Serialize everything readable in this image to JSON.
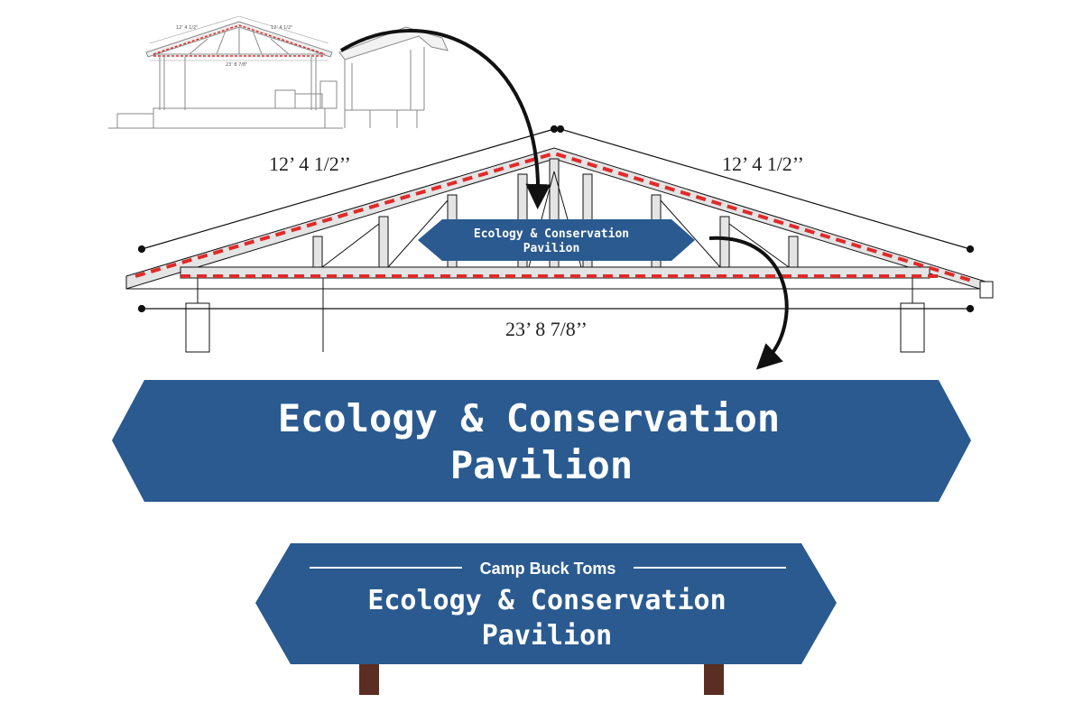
{
  "colors": {
    "sign_blue": "#2a5a8f",
    "sign_text": "#ffffff",
    "dashed_outline": "#e02a2a",
    "post_brown": "#5a2e22",
    "line_dark": "#111111",
    "drawing_gray": "#8a8a8a"
  },
  "thumbnail": {
    "dim_left": "12' 4 1/2\"",
    "dim_right": "12' 4 1/2\"",
    "dim_span": "23' 8 7/8\""
  },
  "truss": {
    "dim_left": "12’ 4 1/2’’",
    "dim_right": "12’ 4 1/2’’",
    "dim_span": "23’ 8 7/8’’",
    "sign_line1": "Ecology & Conservation",
    "sign_line2": "Pavilion"
  },
  "large_sign": {
    "line1": "Ecology & Conservation",
    "line2": "Pavilion"
  },
  "final_sign": {
    "camp_name": "Camp Buck Toms",
    "line1": "Ecology & Conservation",
    "line2": "Pavilion"
  },
  "icons": [
    "curved-arrow-icon",
    "curved-arrow-icon"
  ]
}
